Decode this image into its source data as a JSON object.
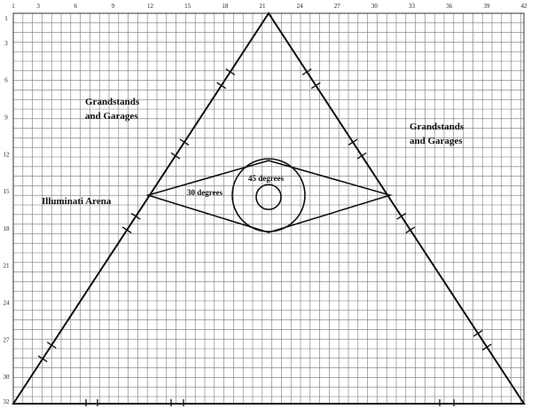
{
  "diagram": {
    "top_ticks": [
      "1",
      "3",
      "6",
      "9",
      "12",
      "15",
      "18",
      "21",
      "24",
      "27",
      "30",
      "33",
      "36",
      "39",
      "42"
    ],
    "left_ticks": [
      "1",
      "3",
      "6",
      "9",
      "12",
      "15",
      "18",
      "21",
      "24",
      "27",
      "30",
      "32"
    ],
    "labels": {
      "grandstands_left_line1": "Grandstands",
      "grandstands_left_line2": "and Garages",
      "grandstands_right_line1": "Grandstands",
      "grandstands_right_line2": "and Garages",
      "arena": "Illuminati Arena",
      "angle_30": "30 degrees",
      "angle_45": "45 degrees"
    }
  }
}
